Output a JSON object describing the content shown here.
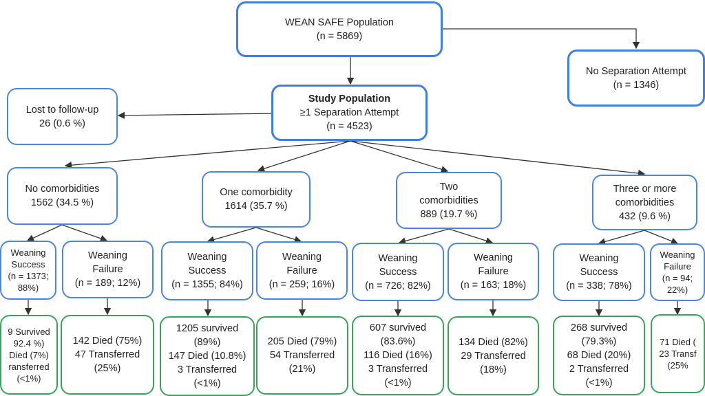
{
  "top": {
    "title": "WEAN SAFE Population",
    "n": "(n = 5869)"
  },
  "no_separation": {
    "title": "No Separation Attempt",
    "n": "(n = 1346)"
  },
  "study": {
    "title": "Study Population",
    "subtitle": "≥1 Separation Attempt",
    "n": "(n = 4523)"
  },
  "lost": {
    "title": "Lost to follow-up",
    "n": "26 (0.6 %)"
  },
  "groups": [
    {
      "lines": [
        "No comorbidities",
        "1562 (34.5 %)"
      ],
      "success": {
        "lines": [
          "Weaning",
          "Success",
          "(n = 1373; 88%)"
        ],
        "outcome": [
          "9 Survived",
          "92.4 %)",
          "Died (7%)",
          "ransferred",
          "(<1%)"
        ]
      },
      "failure": {
        "lines": [
          "Weaning",
          "Failure",
          "(n = 189; 12%)"
        ],
        "outcome": [
          "142 Died (75%)",
          "47 Transferred",
          "(25%)"
        ]
      }
    },
    {
      "lines": [
        "One comorbidity",
        "1614 (35.7 %)"
      ],
      "success": {
        "lines": [
          "Weaning",
          "Success",
          "(n = 1355; 84%)"
        ],
        "outcome": [
          "1205 survived",
          "(89%)",
          "147 Died (10.8%)",
          "3 Transferred",
          "(<1%)"
        ]
      },
      "failure": {
        "lines": [
          "Weaning",
          "Failure",
          "(n = 259; 16%)"
        ],
        "outcome": [
          "205 Died (79%)",
          "54 Transferred",
          "(21%)"
        ]
      }
    },
    {
      "lines": [
        "Two",
        "comorbidities",
        "889 (19.7 %)"
      ],
      "success": {
        "lines": [
          "Weaning",
          "Success",
          "(n = 726; 82%)"
        ],
        "outcome": [
          "607 survived",
          "(83.6%)",
          "116 Died (16%)",
          "3 Transferred",
          "(<1%)"
        ]
      },
      "failure": {
        "lines": [
          "Weaning",
          "Failure",
          "(n = 163; 18%)"
        ],
        "outcome": [
          "134 Died (82%)",
          "29 Transferred",
          "(18%)"
        ]
      }
    },
    {
      "lines": [
        "Three or more",
        "comorbidities",
        "432 (9.6 %)"
      ],
      "success": {
        "lines": [
          "Weaning",
          "Success",
          "(n = 338; 78%)"
        ],
        "outcome": [
          "268 survived",
          "(79.3%)",
          "68 Died (20%)",
          "2 Transferred",
          "(<1%)"
        ]
      },
      "failure": {
        "lines": [
          "Weaning",
          "Failure",
          "(n = 94; 22%)"
        ],
        "outcome": [
          "71 Died (",
          "23 Transf",
          "(25%"
        ]
      }
    }
  ],
  "colors": {
    "box_blue": "#4a86e0",
    "box_green": "#3aa35a",
    "arrow": "#333333"
  }
}
